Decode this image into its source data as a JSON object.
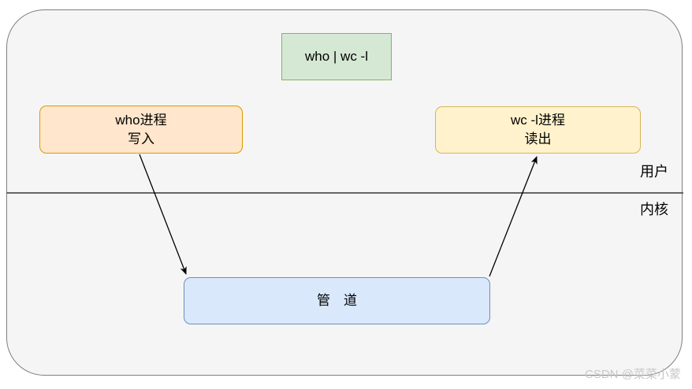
{
  "diagram": {
    "command_box": {
      "label": "who | wc -l"
    },
    "writer_box": {
      "line1": "who进程",
      "line2": "写入"
    },
    "reader_box": {
      "line1": "wc -l进程",
      "line2": "读出"
    },
    "pipe_box": {
      "label": "管　道"
    },
    "regions": {
      "user_label": "用户",
      "kernel_label": "内核"
    },
    "edges": [
      {
        "from": "writer_box",
        "to": "pipe_box",
        "meaning": "write into pipe",
        "direction": "down"
      },
      {
        "from": "pipe_box",
        "to": "reader_box",
        "meaning": "read out of pipe",
        "direction": "up"
      }
    ],
    "watermark": "CSDN @菜菜小蒙",
    "colors": {
      "command_fill": "#d5e8d4",
      "command_stroke": "#82b366",
      "writer_fill": "#ffe6cc",
      "writer_stroke": "#d79b00",
      "reader_fill": "#fff2cc",
      "reader_stroke": "#d6b656",
      "pipe_fill": "#dae8fc",
      "pipe_stroke": "#6c8ebf",
      "boundary_fill": "#f5f5f5",
      "boundary_stroke": "#7f7f7f",
      "divider": "#666666",
      "arrow": "#000000",
      "watermark_text": "#c8c8c8"
    }
  }
}
